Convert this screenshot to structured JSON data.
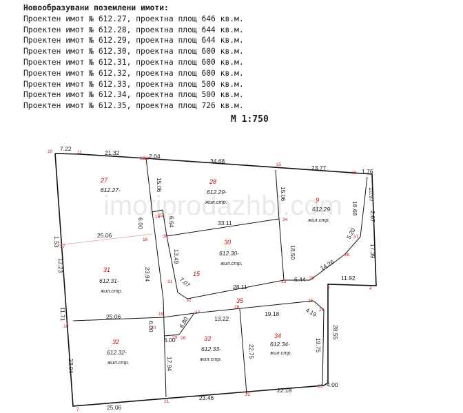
{
  "header": {
    "title": "Новообразувани поземлени имоти:",
    "lines": [
      "Проектен имот № 612.27, проектна площ 646 кв.м.",
      "Проектен имот № 612.28, проектна площ 644 кв.м.",
      "Проектен имот № 612.29, проектна площ 644 кв.м.",
      "Проектен имот № 612.30, проектна площ 600 кв.м.",
      "Проектен имот № 612.31, проектна площ 600 кв.м.",
      "Проектен имот № 612.32, проектна площ 600 кв.м.",
      "Проектен имот № 612.33, проектна площ 500 кв.м.",
      "Проектен имот № 612.34, проектна площ 500 кв.м.",
      "Проектен имот № 612.35, проектна площ 726 кв.м."
    ]
  },
  "scale": "M 1:750",
  "watermark": "imotiprodazhbi.com",
  "colors": {
    "line": "#111111",
    "inner_line": "#e0a0a0",
    "point_label": "#d01515",
    "lot_number": "#c01010"
  },
  "lots": [
    {
      "num": "27",
      "id": "612.27-"
    },
    {
      "num": "28",
      "id": "612.29-",
      "sub": "жил.стр."
    },
    {
      "num": "9",
      "id": "612.29",
      "sub": "жил.стр."
    },
    {
      "num": "30",
      "id": "612.30-",
      "sub": "жил.стр."
    },
    {
      "num": "31",
      "id": "612.31-",
      "sub": "жил.стр."
    },
    {
      "num": "15"
    },
    {
      "num": "35"
    },
    {
      "num": "32",
      "id": "612.32-",
      "sub": "жил.стр."
    },
    {
      "num": "33",
      "id": "612.33-",
      "sub": "жил.стр."
    },
    {
      "num": "34",
      "id": "612.34-",
      "sub": "жил.стр."
    }
  ],
  "dimensions": [
    "7.22",
    "21.32",
    "2.04",
    "34.68",
    "23.77",
    "1.76",
    "10.97",
    "2.67",
    "16.68",
    "15.06",
    "15.06",
    "6.64",
    "33.11",
    "6.00",
    "25.06",
    "1.53",
    "12.23",
    "13.49",
    "18.50",
    "5.20",
    "17.39",
    "14.26",
    "23.94",
    "7.07",
    "28.11",
    "6.44",
    "11.92",
    "11.71",
    "25.06",
    "6.00",
    "6.80",
    "13.22",
    "19.18",
    "4.19",
    "28.55",
    "6.00",
    "22.75",
    "19.75",
    "23.94",
    "17.94",
    "4.00",
    "25.06",
    "23.46",
    "22.18"
  ],
  "points": [
    "10",
    "11",
    "12",
    "13",
    "14",
    "15",
    "16",
    "17",
    "18",
    "19",
    "20",
    "21",
    "22",
    "23",
    "24",
    "25",
    "26",
    "27",
    "28",
    "29",
    "30",
    "31",
    "32",
    "33",
    "34",
    "35",
    "36",
    "37",
    "38",
    "39",
    "7",
    "8",
    "4"
  ]
}
